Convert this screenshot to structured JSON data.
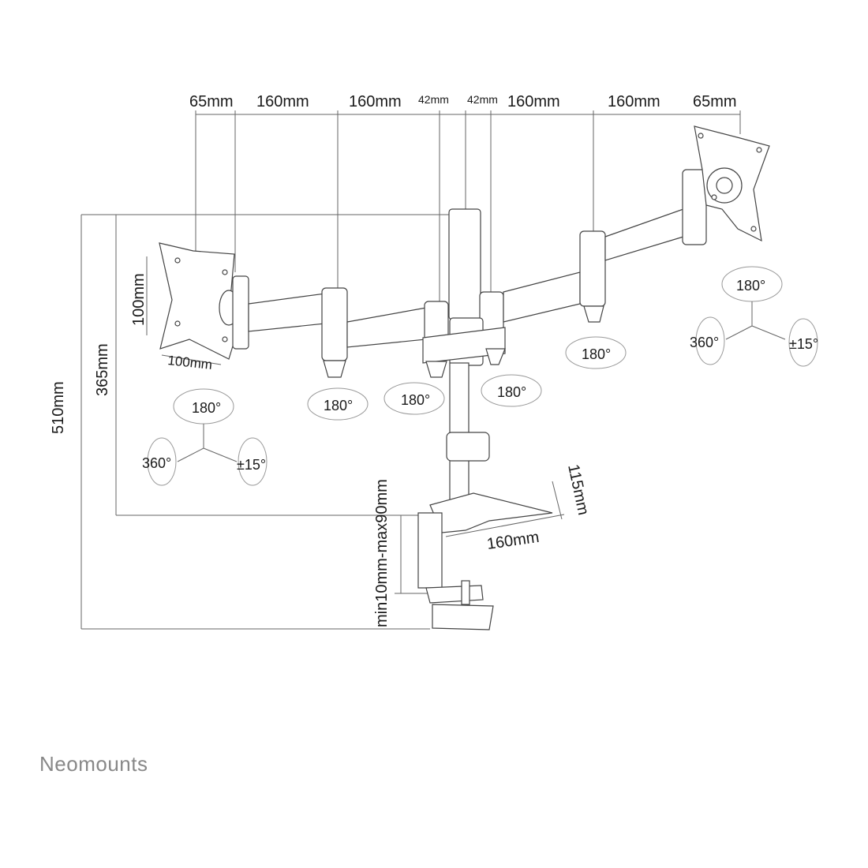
{
  "brand": "Neomounts",
  "top_dimensions": [
    "65mm",
    "160mm",
    "160mm",
    "42mm",
    "42mm",
    "160mm",
    "160mm",
    "65mm"
  ],
  "vesa_height": "100mm",
  "vesa_width": "100mm",
  "total_height": "510mm",
  "arm_height": "365mm",
  "desk_clamp_range": "min10mm-max90mm",
  "base_depth": "115mm",
  "base_width": "160mm",
  "rotations": {
    "left_head_tilt": "180°",
    "left_head_rotate": "360°",
    "left_head_swivel": "±15°",
    "right_head_tilt": "180°",
    "right_head_rotate": "360°",
    "right_head_swivel": "±15°",
    "joint_1": "180°",
    "joint_2": "180°",
    "joint_3": "180°",
    "joint_4": "180°"
  }
}
